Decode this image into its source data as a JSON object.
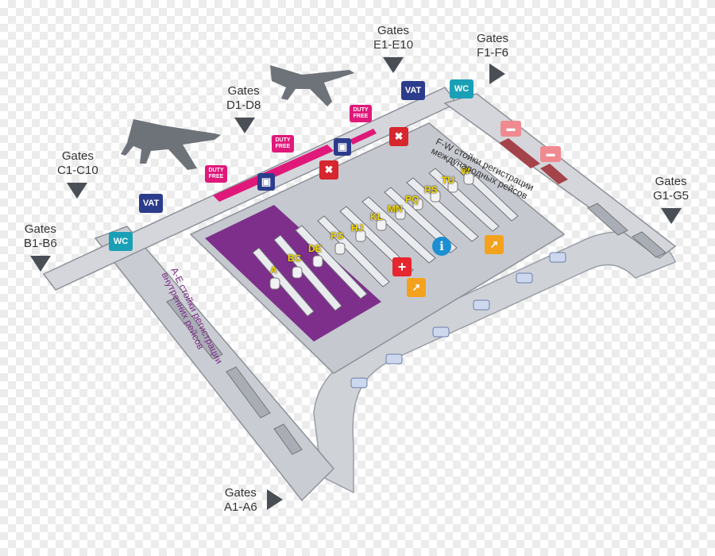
{
  "map": {
    "colors": {
      "floor": "#c5c8ce",
      "floor_dark": "#a8acb4",
      "purple_zone": "#7e2f8c",
      "road": "#cfd2d7",
      "plane": "#6e737a",
      "gate_arrow": "#4a4f56",
      "vat_sign": "#2c3c8c",
      "wc_sign": "#1aa0b6",
      "duty_free_sign": "#e0187a",
      "counter_label": "#f4d600"
    },
    "gates": [
      {
        "label": "Gates\nA1-A6",
        "icon": "arrow-right"
      },
      {
        "label": "Gates\nB1-B6",
        "icon": "arrow-down"
      },
      {
        "label": "Gates\nC1-C10",
        "icon": "arrow-down"
      },
      {
        "label": "Gates\nD1-D8",
        "icon": "arrow-down"
      },
      {
        "label": "Gates\nE1-E10",
        "icon": "arrow-down"
      },
      {
        "label": "Gates\nF1-F6",
        "icon": "arrow-right"
      },
      {
        "label": "Gates\nG1-G5",
        "icon": "arrow-down"
      }
    ],
    "counter_zones": [
      "A",
      "BC",
      "DE",
      "FG",
      "HJ",
      "KL",
      "MN",
      "PQ",
      "RS",
      "TU",
      "W"
    ],
    "checkin_areas": {
      "domestic": "A-E стойки регистрации\nвнутренних рейсов",
      "international": "F-W стойки регистрации\nмеждународных рейсов"
    },
    "signs": {
      "vat": "VAT",
      "wc": "WC",
      "duty_free": "DUTY\nFREE",
      "luggage_icon": "luggage-icon",
      "info_icon": "info-icon",
      "first_aid_icon": "first-aid-icon",
      "escalator_icon": "escalator-icon",
      "hotel_icon": "hotel-icon",
      "no_entry_icon": "no-entry-icon"
    }
  }
}
